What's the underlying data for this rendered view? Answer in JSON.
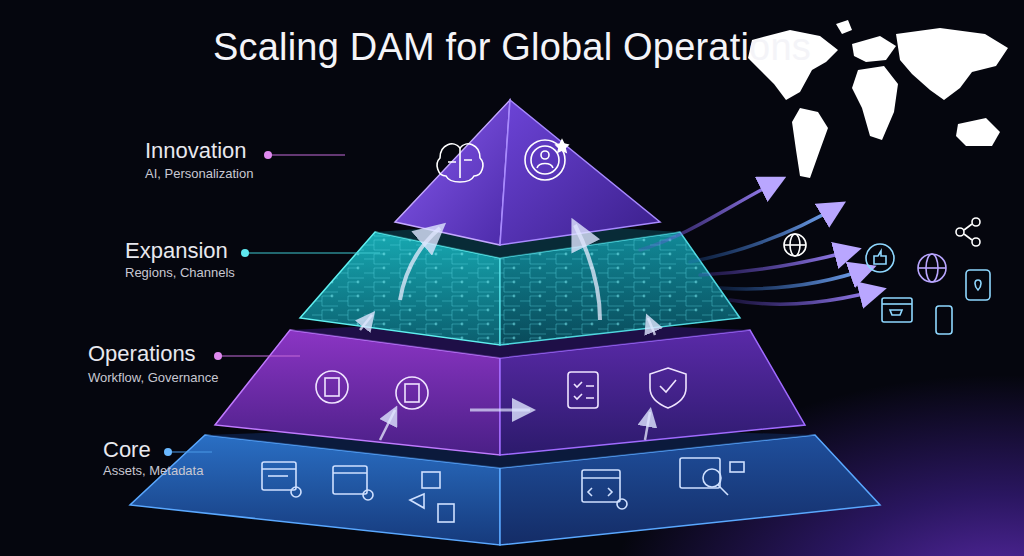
{
  "diagram": {
    "title": "Scaling DAM for Global Operations",
    "labels": [
      "Innovation",
      "AI, Personalization",
      "Expansion",
      "Regions, Channels",
      "Operations",
      "Workflow, Governance",
      "Core",
      "Assets, Metadata"
    ]
  }
}
